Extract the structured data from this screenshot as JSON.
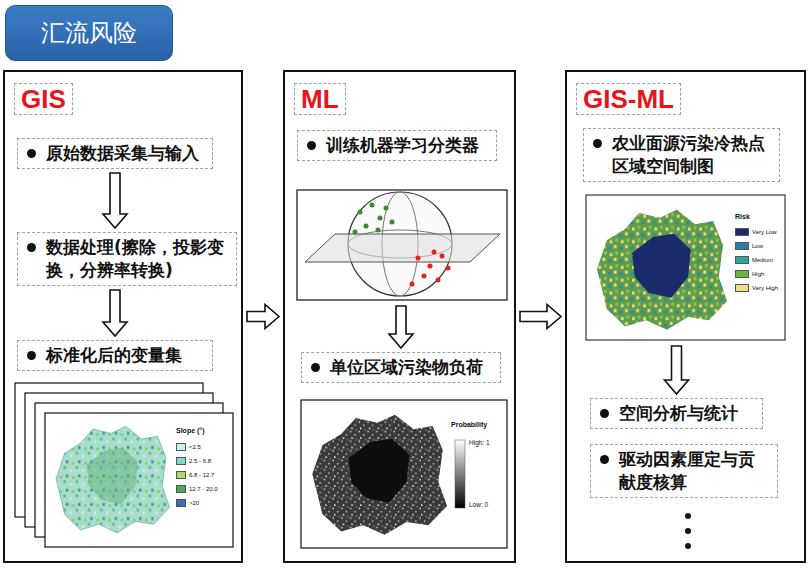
{
  "diagram": {
    "title": "汇流风险",
    "nodes": [
      {
        "text": [
          "GIS"
        ]
      },
      {
        "text": [
          "原始数据采集与输入"
        ],
        "in": 0
      },
      {
        "text": [
          "数据处理(擦除，投影变换，分辨率转换)"
        ],
        "in": 0
      },
      {
        "text": [
          "标准化后的变量集"
        ],
        "in": 0
      },
      {
        "text": [
          "ML"
        ]
      },
      {
        "text": [
          "训练机器学习分类器"
        ],
        "in": 4
      },
      {
        "text": [
          "单位区域污染物负荷"
        ],
        "in": 4
      },
      {
        "text": [
          "GIS-ML"
        ]
      },
      {
        "text": [
          "农业面源污染冷热点区域空间制图"
        ],
        "in": 7
      },
      {
        "text": [
          "空间分析与统计"
        ],
        "in": 7
      },
      {
        "text": [
          "驱动因素厘定与贡献度核算"
        ],
        "in": 7
      }
    ],
    "edges": [
      {
        "from": 0,
        "to": 4,
        "arrow": "to"
      },
      {
        "from": 4,
        "to": 7,
        "arrow": "to"
      },
      {
        "from": 1,
        "to": 2,
        "arrow": "to"
      },
      {
        "from": 2,
        "to": 3,
        "arrow": "to"
      },
      {
        "from": 5,
        "to": 6,
        "arrow": "to"
      },
      {
        "from": 8,
        "to": 9,
        "arrow": "to"
      }
    ],
    "labels": [
      "Slope (°)",
      "Probability",
      "High: 1",
      "Low: 0",
      "Risk"
    ],
    "legend": [
      {
        "text": "<2.5",
        "color": "#c9f1ef"
      },
      {
        "text": "2.5 - 6.8",
        "color": "#7fd8d2"
      },
      {
        "text": "6.8 - 12.7",
        "color": "#a9dc62"
      },
      {
        "text": "12.7 - 20.0",
        "color": "#4aa65e"
      },
      {
        "text": ">20",
        "color": "#3a6fb2"
      },
      {
        "text": "Very Low",
        "color": "#1b2a6b"
      },
      {
        "text": "Low",
        "color": "#2a7fa8"
      },
      {
        "text": "Medium",
        "color": "#2aa89a"
      },
      {
        "text": "High",
        "color": "#6db33f"
      },
      {
        "text": "Very High",
        "color": "#f3d98c"
      }
    ]
  }
}
